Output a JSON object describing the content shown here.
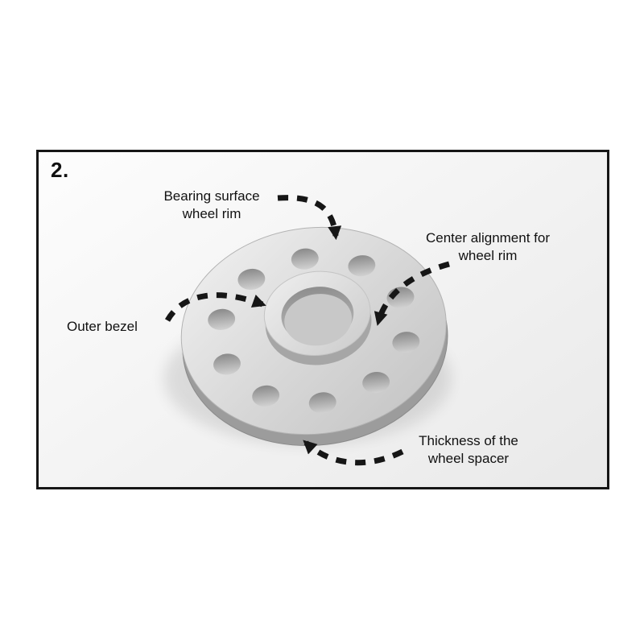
{
  "figure": {
    "step_label": "2.",
    "labels": {
      "bearing_surface": {
        "line1": "Bearing surface",
        "line2": "wheel rim"
      },
      "center_alignment": {
        "line1": "Center alignment for",
        "line2": "wheel rim"
      },
      "outer_bezel": {
        "line1": "Outer bezel"
      },
      "thickness": {
        "line1": "Thickness of the",
        "line2": "wheel spacer"
      }
    },
    "colors": {
      "page_background": "#ffffff",
      "frame_border": "#161616",
      "label_text": "#111111",
      "arrow": "#161616",
      "spacer_highlight": "#f0f0f0",
      "spacer_mid": "#c6c6c6",
      "spacer_shadow": "#9c9c9c"
    }
  }
}
